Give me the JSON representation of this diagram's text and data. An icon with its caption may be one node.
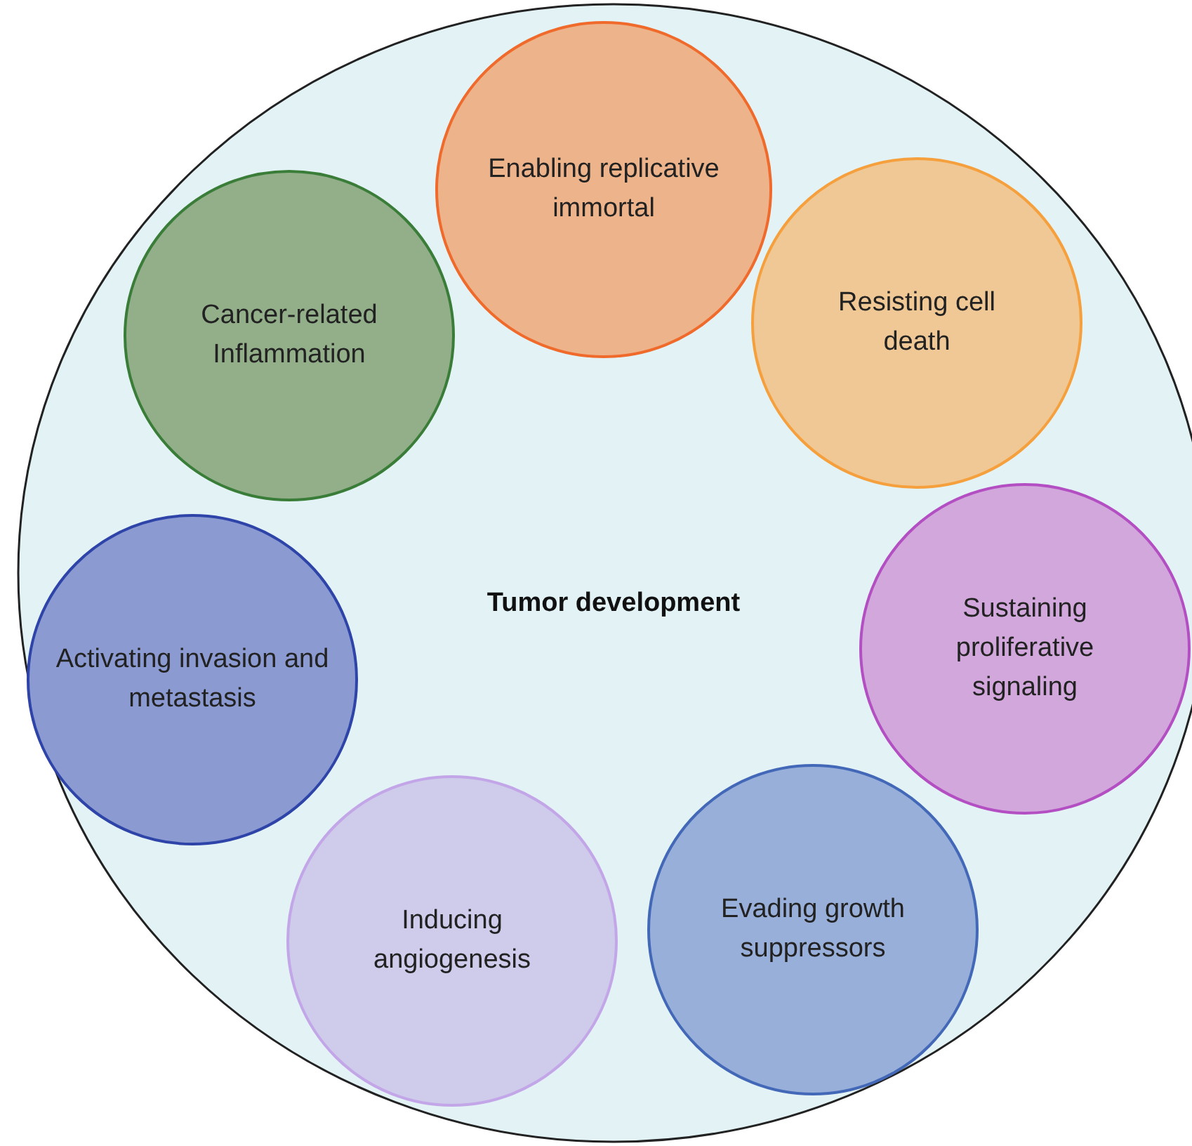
{
  "diagram": {
    "nodes": [
      {
        "text": [
          "Tumor development"
        ]
      },
      {
        "text": [
          "Enabling replicative immortal"
        ],
        "in": 0
      },
      {
        "text": [
          "Resisting cell death"
        ],
        "in": 0
      },
      {
        "text": [
          "Cancer-related Inflammation"
        ],
        "in": 0
      },
      {
        "text": [
          "Sustaining proliferative signaling"
        ],
        "in": 0
      },
      {
        "text": [
          "Activating invasion and metastasis"
        ],
        "in": 0
      },
      {
        "text": [
          "Evading growth suppressors"
        ],
        "in": 0
      },
      {
        "text": [
          "Inducing angiogenesis"
        ],
        "in": 0
      }
    ]
  }
}
